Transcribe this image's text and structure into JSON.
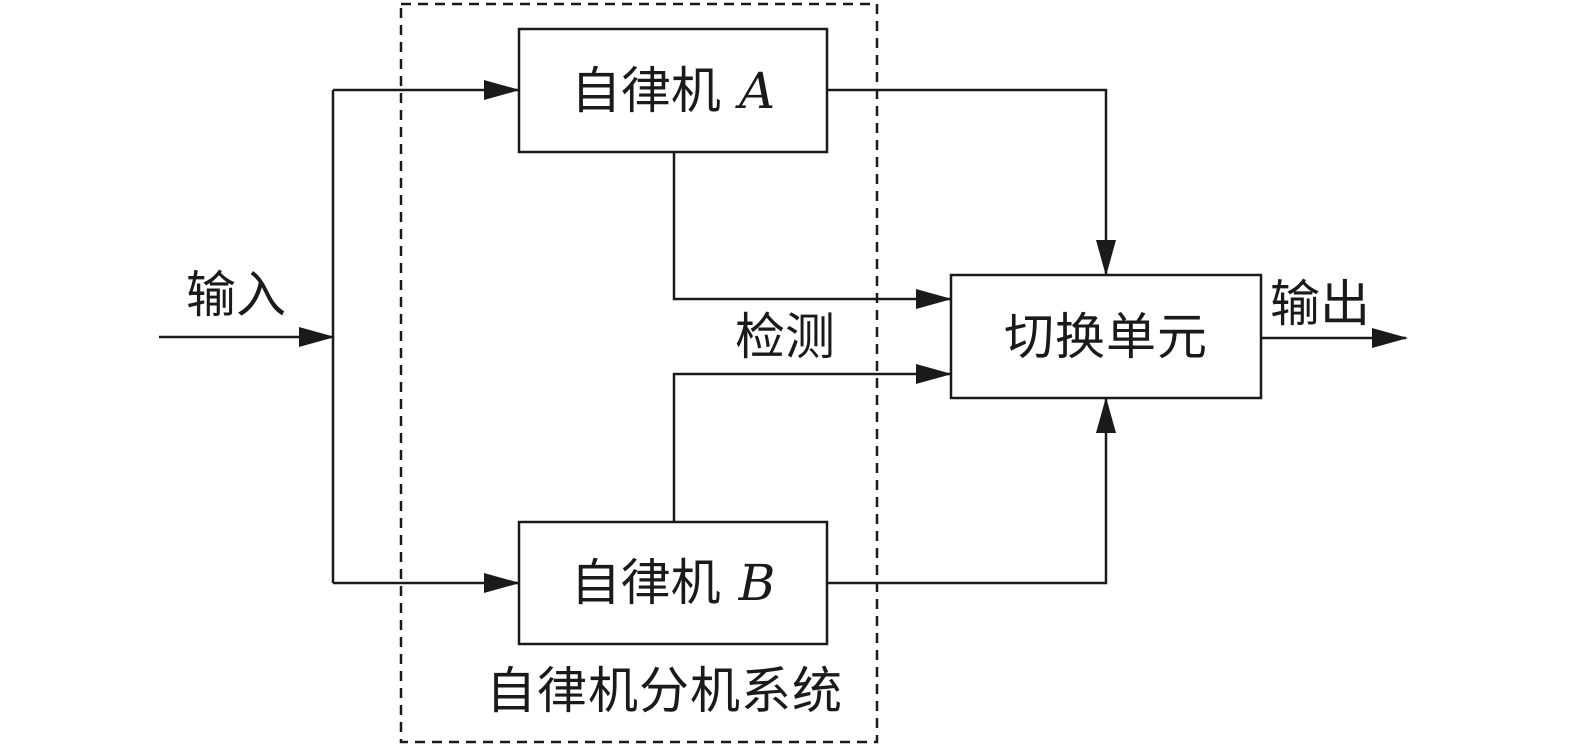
{
  "diagram": {
    "input_label": "输入",
    "output_label": "输出",
    "detect_label": "检测",
    "subsystem_label": "自律机分机系统",
    "machine_a": {
      "name": "自律机",
      "var": "A"
    },
    "machine_b": {
      "name": "自律机",
      "var": "B"
    },
    "switch_unit": "切换单元"
  },
  "colors": {
    "stroke": "#1a1a1a",
    "background": "#ffffff"
  }
}
